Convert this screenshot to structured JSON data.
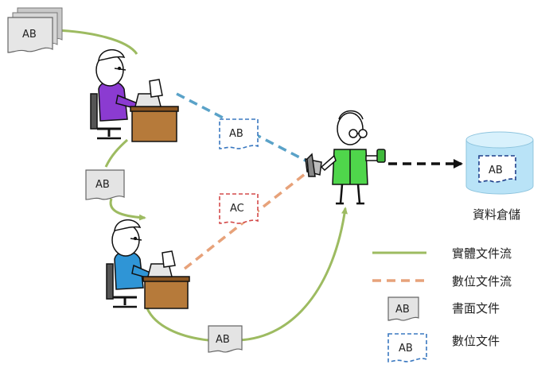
{
  "documents": {
    "stack_top_label": "AB",
    "paper_mid_label": "AB",
    "paper_bottom_label": "AB",
    "digital_ab_label": "AB",
    "digital_ac_label": "AC",
    "storage_doc_label": "AB"
  },
  "storage": {
    "caption": "資料倉儲"
  },
  "legend": {
    "physical_flow": "實體文件流",
    "digital_flow": "數位文件流",
    "paper_doc_icon_label": "AB",
    "paper_doc": "書面文件",
    "digital_doc_icon_label": "AB",
    "digital_doc": "數位文件"
  },
  "colors": {
    "physical_flow": "#9dbb61",
    "digital_flow_blue": "#5aa2c8",
    "digital_flow_orange": "#e7a27a",
    "storage_blue": "#b9e3f7",
    "vest_green": "#4fd64b",
    "worker1_purple": "#8b3bd1",
    "worker2_blue": "#2f95d6"
  }
}
